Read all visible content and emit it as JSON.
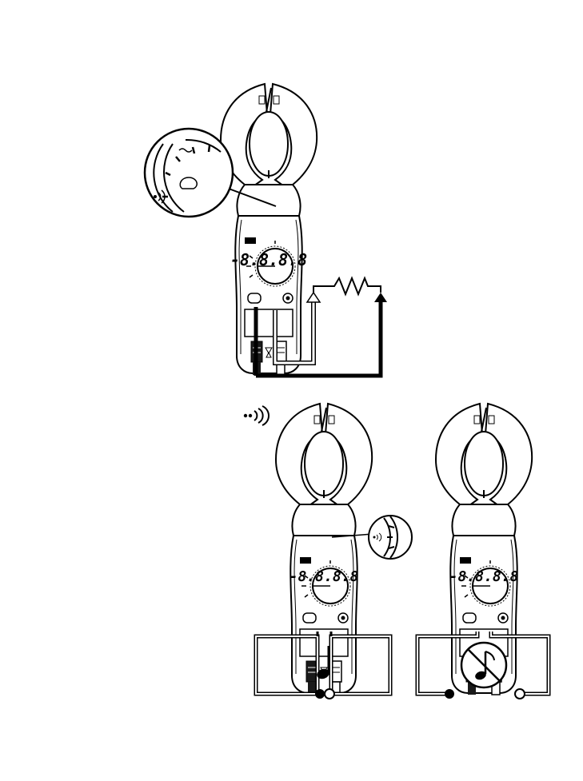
{
  "meters": [
    {
      "id": "resistance-test",
      "display": "-8.8.8.8",
      "continuity_mode": false
    },
    {
      "id": "continuity-beep",
      "display": "-8.8.8.8",
      "continuity_mode": true,
      "tone": "beep"
    },
    {
      "id": "continuity-open",
      "display": "-8.8.8.8",
      "continuity_mode": true,
      "tone": "no-beep"
    }
  ],
  "colors": {
    "line": "#000000",
    "fill": "#ffffff",
    "jaw_dark": "#1a1a1a"
  },
  "icons": [
    "continuity-beeper-icon",
    "music-note-icon",
    "no-sound-icon",
    "resistor-icon",
    "fuse-warning-icon"
  ]
}
